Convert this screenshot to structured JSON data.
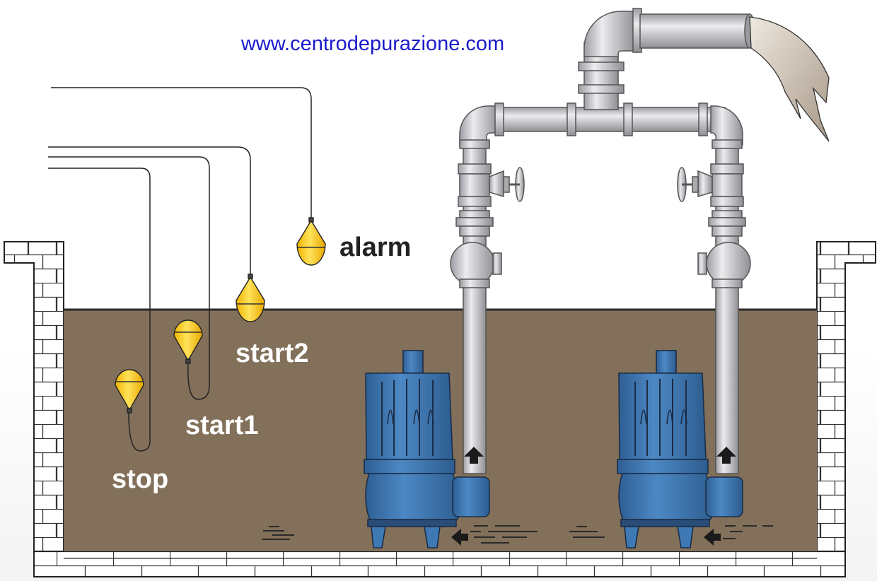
{
  "website": "www.centrodepurazione.com",
  "labels": {
    "alarm": "alarm",
    "start2": "start2",
    "start1": "start1",
    "stop": "stop"
  },
  "colors": {
    "sewage": "#82705a",
    "float": "#ffd21e",
    "pump": "#3f79b4",
    "pipe": "#c9c9cd",
    "url": "#1a1acc",
    "label_dark": "#222222",
    "label_light": "#ffffff"
  },
  "icons": [
    "float-switch-icon",
    "pump-icon",
    "valve-icon",
    "flow-arrow-icon"
  ]
}
